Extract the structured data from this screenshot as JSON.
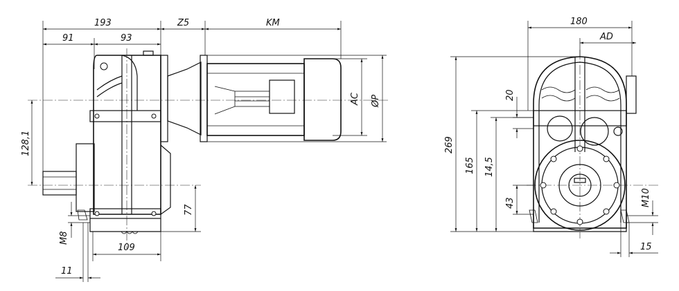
{
  "dimensions": {
    "overall_length": "193",
    "left_part": "91",
    "right_part": "93",
    "adapter": "Z5",
    "motor_length": "KM",
    "shaft_height": "128,1",
    "mount_height": "77",
    "thread_left": "M8",
    "foot_length": "109",
    "hole_offset": "11",
    "ac_dia": "AC",
    "p_dia": "ØP",
    "width": "180",
    "ad": "AD",
    "total_height": "269",
    "h165": "165",
    "h145": "14,5",
    "h20": "20",
    "h43": "43",
    "thread_right": "M10",
    "foot_width": "15"
  }
}
